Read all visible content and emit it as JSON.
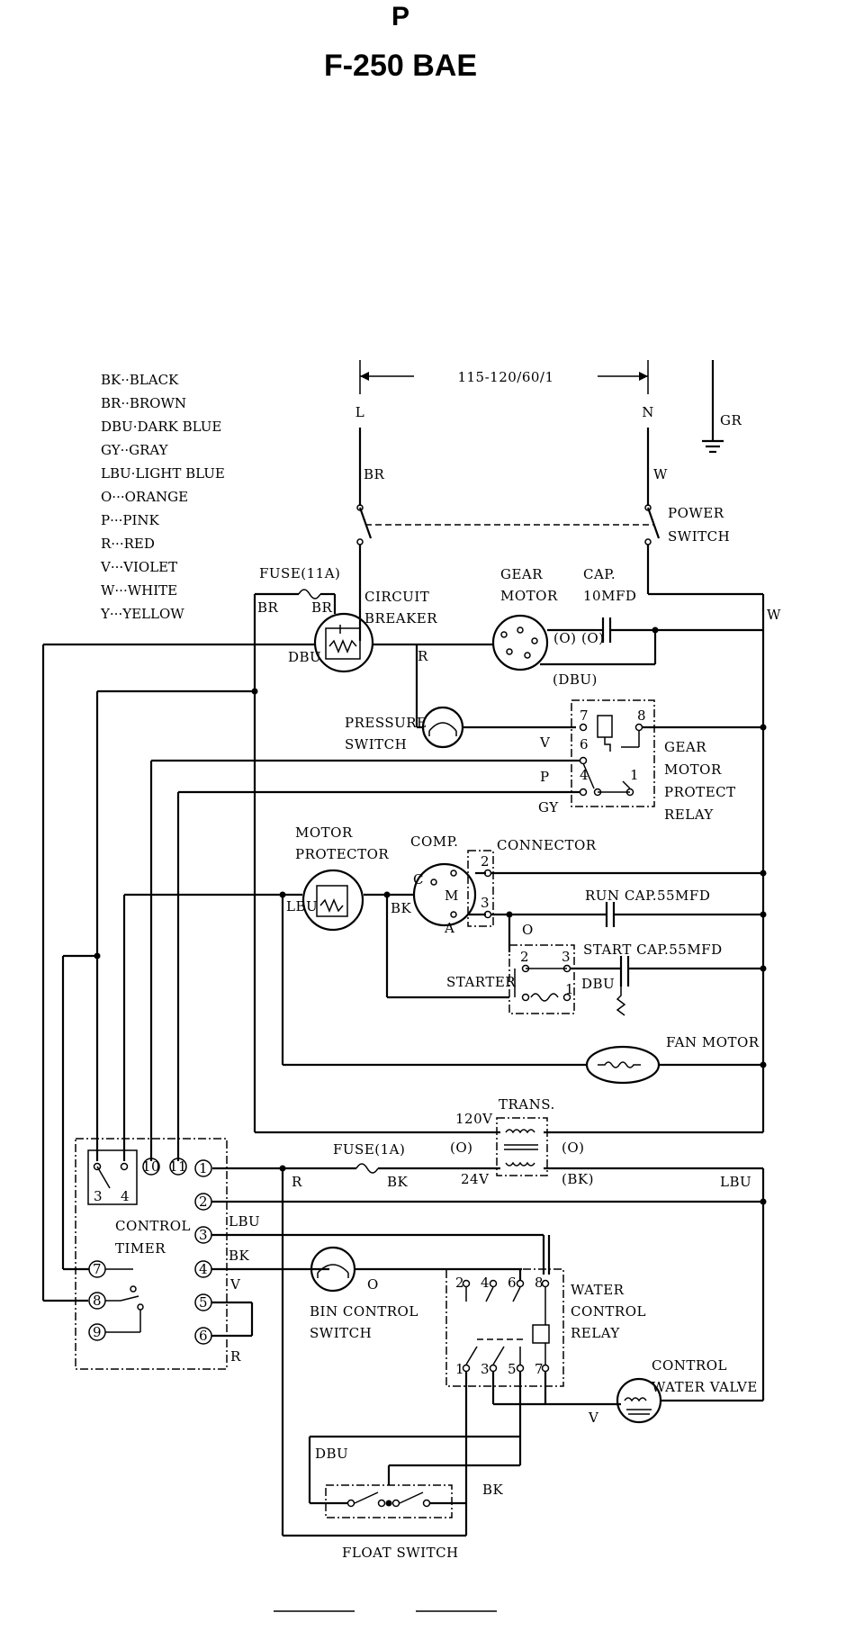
{
  "header": {
    "page_letter": "P",
    "model": "F-250 BAE"
  },
  "supply": {
    "voltage": "115-120/60/1",
    "line": "L",
    "neutral": "N",
    "ground": "GR"
  },
  "legend": [
    "BK··BLACK",
    "BR··BROWN",
    "DBU·DARK BLUE",
    "GY··GRAY",
    "LBU·LIGHT BLUE",
    "O···ORANGE",
    "P···PINK",
    "R···RED",
    "V···VIOLET",
    "W···WHITE",
    "Y···YELLOW"
  ],
  "components": {
    "power_switch": [
      "POWER",
      "SWITCH"
    ],
    "fuse_main": "FUSE(11A)",
    "circuit_breaker": [
      "CIRCUIT",
      "BREAKER"
    ],
    "gear_motor": [
      "GEAR",
      "MOTOR"
    ],
    "cap_gear": [
      "CAP.",
      "10MFD"
    ],
    "pressure_switch": [
      "PRESSURE",
      "SWITCH"
    ],
    "gear_motor_relay": [
      "GEAR",
      "MOTOR",
      "PROTECT",
      "RELAY"
    ],
    "motor_protector": [
      "MOTOR",
      "PROTECTOR"
    ],
    "comp": "COMP.",
    "connector": "CONNECTOR",
    "run_cap": "RUN CAP.55MFD",
    "start_cap": "START CAP.55MFD",
    "starter": "STARTER",
    "fan_motor": "FAN MOTOR",
    "trans": "TRANS.",
    "trans_120v": "120V",
    "trans_24v": "24V",
    "fuse_1a": "FUSE(1A)",
    "control_timer": [
      "CONTROL",
      "TIMER"
    ],
    "bin_control_switch": [
      "BIN CONTROL",
      "SWITCH"
    ],
    "water_control_relay": [
      "WATER",
      "CONTROL",
      "RELAY"
    ],
    "control_water_valve": [
      "CONTROL",
      "WATER VALVE"
    ],
    "float_switch": "FLOAT SWITCH"
  },
  "wire_labels": {
    "br_top": "BR",
    "w_top": "W",
    "br_fuse_left": "BR",
    "br_fuse_right": "BR",
    "dbu_cb": "DBU",
    "r_cb": "R",
    "w_right": "W",
    "o_gear": "(O)",
    "dbu_gear": "(DBU)",
    "v_relay": "V",
    "p_relay": "P",
    "gy_relay": "GY",
    "lbu_mp": "LBU",
    "bk_comp": "BK",
    "o_run": "O",
    "dbu_start": "DBU",
    "o_trans": "(O)",
    "o_trans_r": "(O)",
    "bk_trans": "(BK)",
    "r_fuse1a": "R",
    "bk_fuse1a": "BK",
    "lbu_right": "LBU",
    "lbu_t3": "LBU",
    "bk_t4": "BK",
    "v_t4": "V",
    "r_t6": "R",
    "o_bin": "O",
    "v_valve": "V",
    "dbu_float": "DBU",
    "bk_float": "BK"
  },
  "terminals": {
    "c": "C",
    "m": "M",
    "a": "A",
    "conn_2": "2",
    "conn_3": "3",
    "starter_2": "2",
    "starter_3": "3",
    "starter_1": "1",
    "relay_7": "7",
    "relay_8": "8",
    "relay_6": "6",
    "relay_4": "4",
    "relay_1": "1",
    "timer_3": "3",
    "timer_4": "4",
    "timer_10": "10",
    "timer_11": "11",
    "timer_1": "1",
    "timer_2": "2",
    "timer_t3": "3",
    "timer_t4": "4",
    "timer_5": "5",
    "timer_6": "6",
    "timer_7": "7",
    "timer_8": "8",
    "timer_9": "9",
    "wcr_2": "2",
    "wcr_4": "4",
    "wcr_6": "6",
    "wcr_8": "8",
    "wcr_1": "1",
    "wcr_3": "3",
    "wcr_5": "5",
    "wcr_7": "7"
  }
}
